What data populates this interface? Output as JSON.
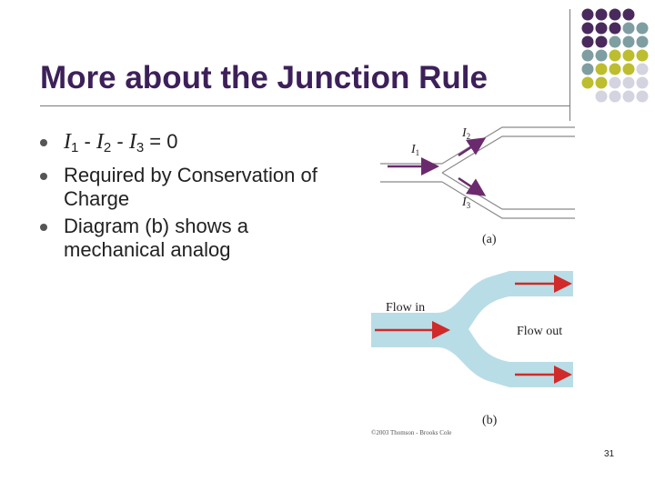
{
  "slide": {
    "title": "More about the Junction Rule",
    "bullets": [
      {
        "pre": "",
        "text": "Required by Conservation of Charge"
      },
      {
        "text": "Diagram (b) shows a mechanical analog"
      }
    ],
    "equation": {
      "i1": "I",
      "s1": "1",
      "op1": " - ",
      "i2": "I",
      "s2": "2",
      "op2": " - ",
      "i3": "I",
      "s3": "3",
      "rhs": " = 0"
    },
    "page_number": "31"
  },
  "diagram_a": {
    "label_i1": "I",
    "sub_1": "1",
    "label_i2": "I",
    "sub_2": "2",
    "label_i3": "I",
    "sub_3": "3",
    "caption": "(a)"
  },
  "diagram_b": {
    "flow_in": "Flow in",
    "flow_out": "Flow out",
    "caption": "(b)",
    "copyright": "©2003 Thomson - Brooks Cole"
  },
  "colors": {
    "title": "#3d2059",
    "arrow_a": "#6b2a6e",
    "arrow_b": "#d02a2a",
    "pipe_fill": "#b9dde6",
    "dot_purple": "#4a2a5c",
    "dot_teal": "#7f9ea2",
    "dot_olive": "#bdbd30",
    "dot_lilac": "#d4d4e0"
  }
}
